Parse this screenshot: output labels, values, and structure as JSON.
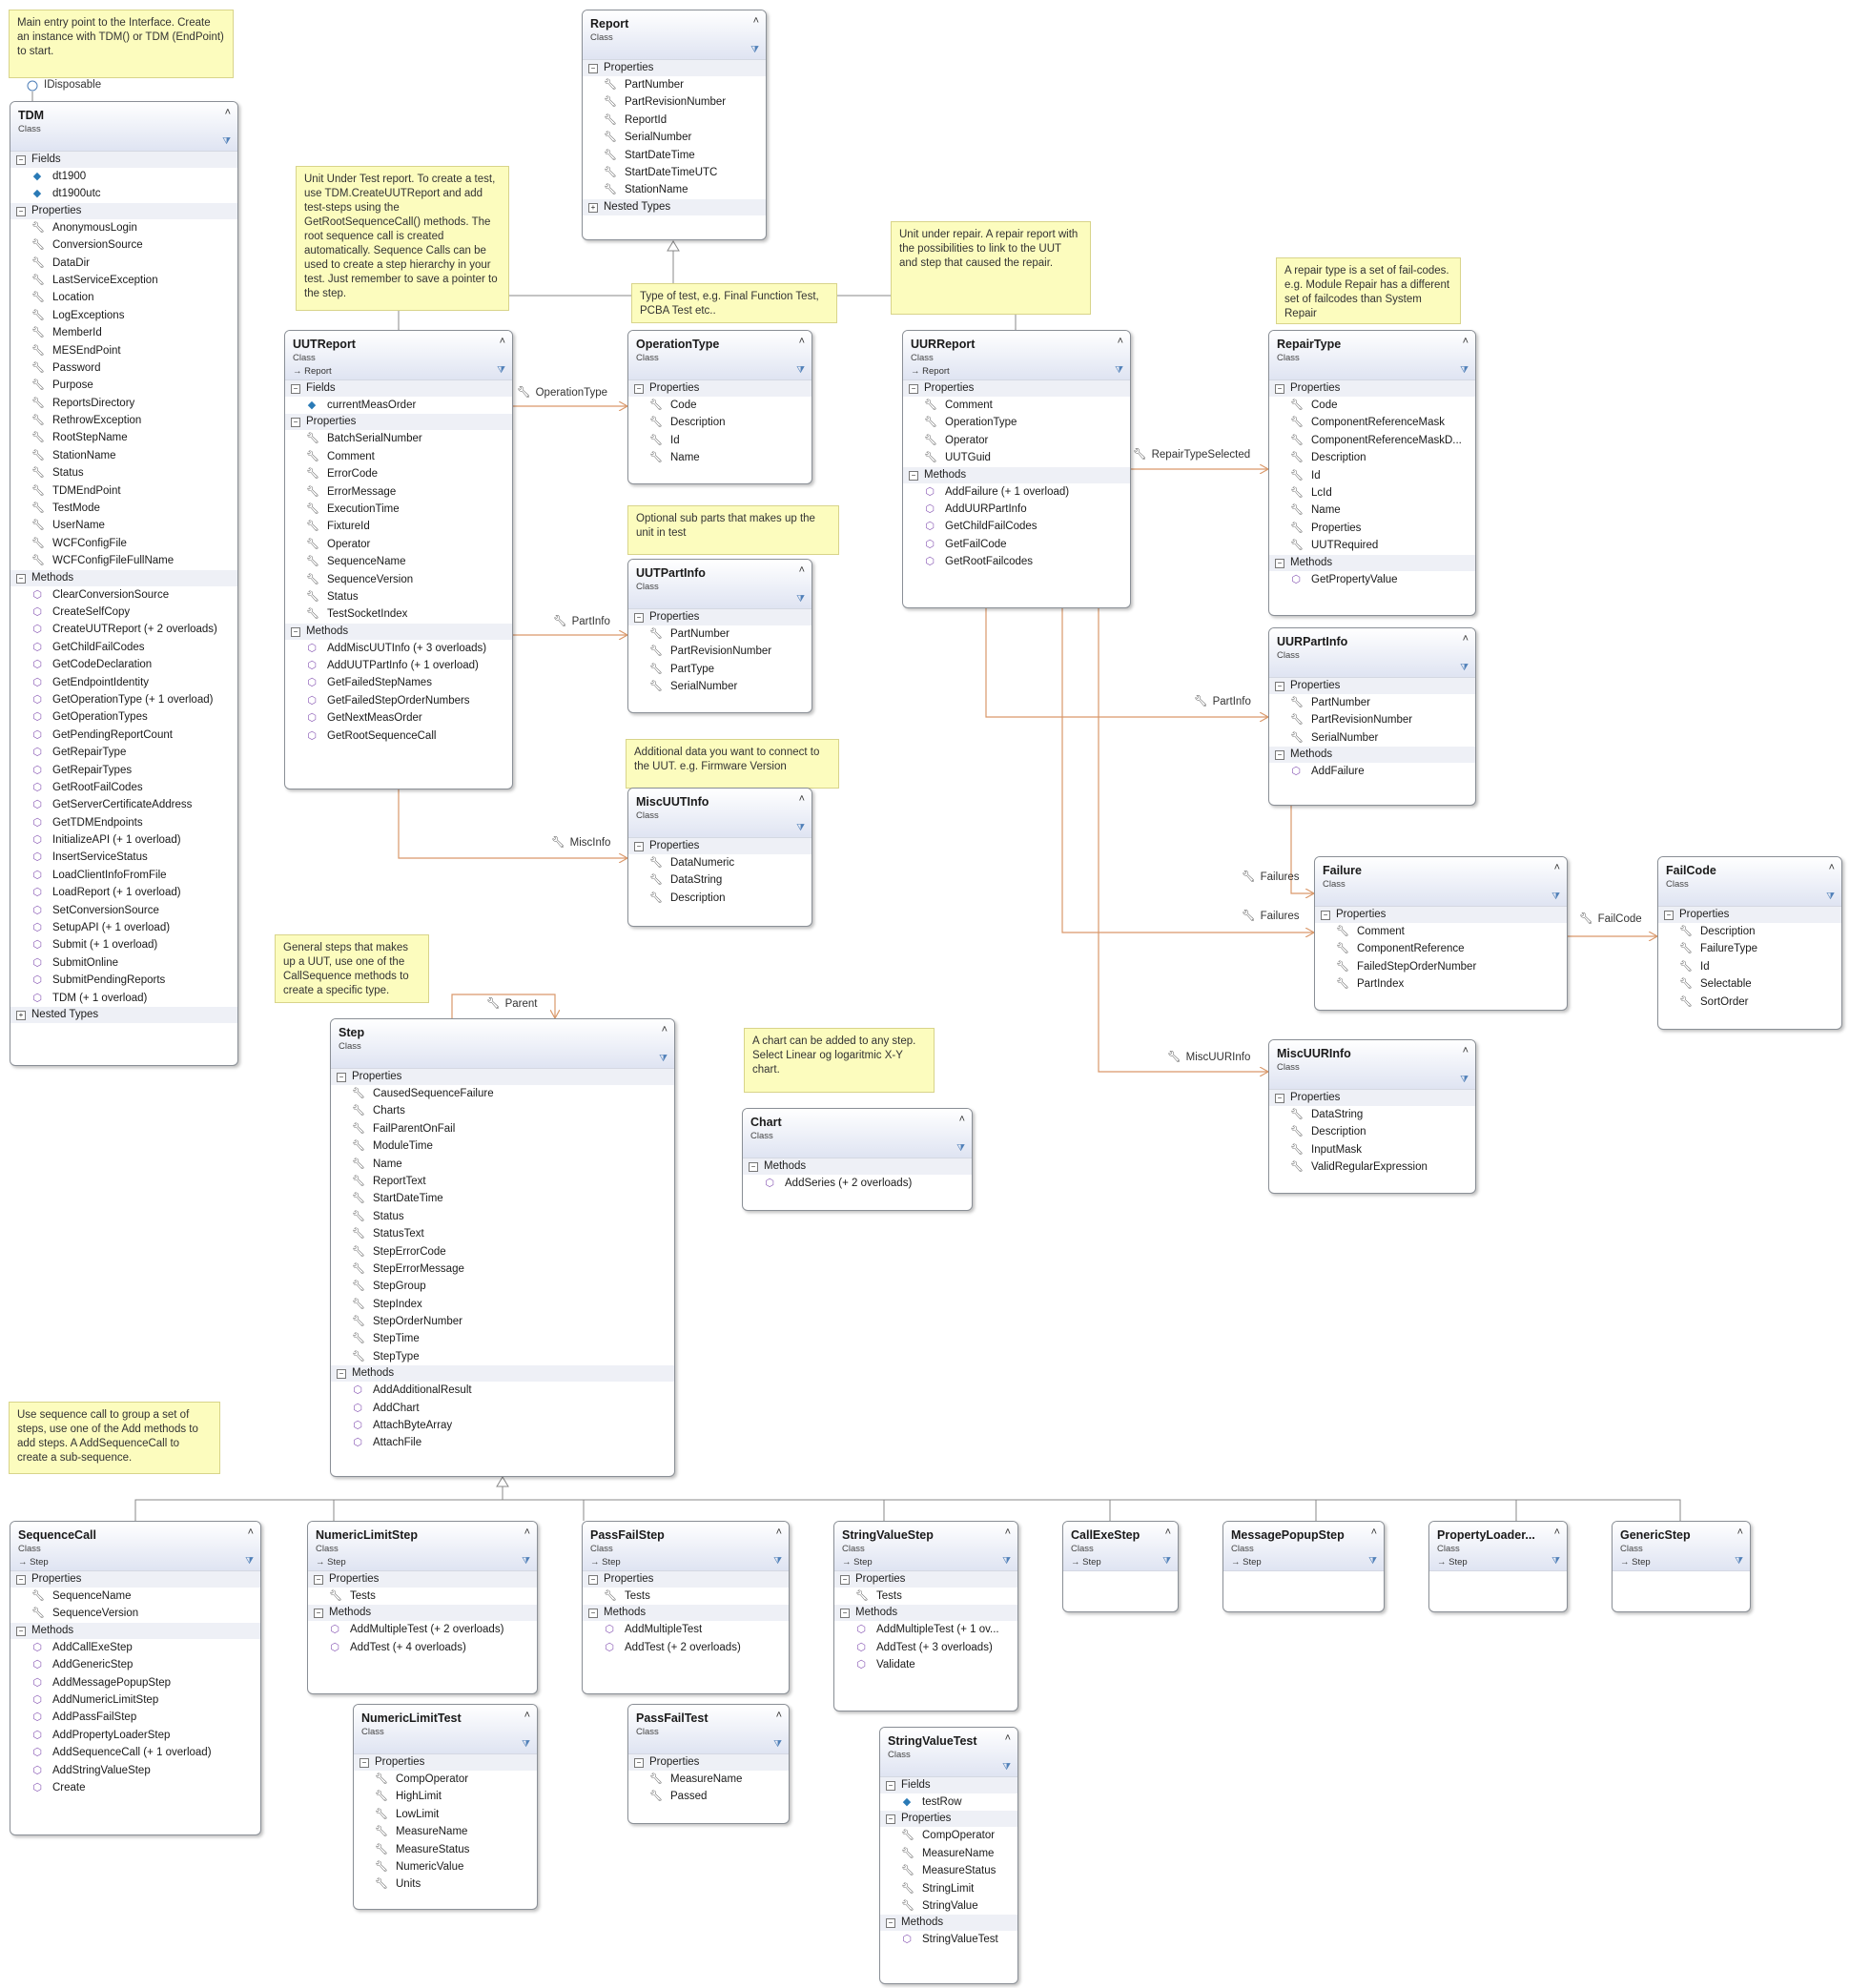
{
  "notes": {
    "tdm": "Main entry point to the Interface. Create an instance with TDM() or TDM (EndPoint) to start.",
    "uut": "Unit Under Test report. To create a test, use TDM.CreateUUTReport and add test-steps using the GetRootSequenceCall() methods. The root sequence call is created automatically. Sequence Calls can be used to create a step hierarchy  in your test. Just remember to save a pointer to the step.",
    "optype": "Type of test, e.g. Final Function Test, PCBA Test etc..",
    "uur": "Unit under repair. A repair report with the possibilities to link  to the UUT and step that caused the repair.",
    "repairtype": "A repair type is a set of fail-codes. e.g. Module Repair has a different set of failcodes than System Repair",
    "partinfo": "Optional sub parts that makes up the unit in test",
    "misc": "Additional data you want to connect to the UUT. e.g. Firmware Version",
    "steps": "General steps that makes up a UUT, use one of the CallSequence methods to create a specific type.",
    "chart": "A chart can be added to any step. Select Linear og logaritmic X-Y  chart.",
    "seqcall": "Use sequence call to group a set of steps, use one of the Add methods to add steps. A AddSequenceCall to create a sub-sequence."
  },
  "interface_label": "IDisposable",
  "associations": {
    "operation_type": "OperationType",
    "part_info_uut": "PartInfo",
    "misc_info": "MiscInfo",
    "repair_type_selected": "RepairTypeSelected",
    "part_info_uur": "PartInfo",
    "failures_1": "Failures",
    "failures_2": "Failures",
    "fail_code": "FailCode",
    "misc_uur_info": "MiscUURInfo",
    "parent": "Parent"
  },
  "classes": {
    "tdm": {
      "name": "TDM",
      "kind": "Class",
      "base": "",
      "sections": [
        {
          "title": "Fields",
          "type": "field",
          "items": [
            "dt1900",
            "dt1900utc"
          ]
        },
        {
          "title": "Properties",
          "type": "prop",
          "items": [
            "AnonymousLogin",
            "ConversionSource",
            "DataDir",
            "LastServiceException",
            "Location",
            "LogExceptions",
            "MemberId",
            "MESEndPoint",
            "Password",
            "Purpose",
            "ReportsDirectory",
            "RethrowException",
            "RootStepName",
            "StationName",
            "Status",
            "TDMEndPoint",
            "TestMode",
            "UserName",
            "WCFConfigFile",
            "WCFConfigFileFullName"
          ]
        },
        {
          "title": "Methods",
          "type": "meth",
          "items": [
            "ClearConversionSource",
            "CreateSelfCopy",
            "CreateUUTReport (+ 2 overloads)",
            "GetChildFailCodes",
            "GetCodeDeclaration",
            "GetEndpointIdentity",
            "GetOperationType (+ 1 overload)",
            "GetOperationTypes",
            "GetPendingReportCount",
            "GetRepairType",
            "GetRepairTypes",
            "GetRootFailCodes",
            "GetServerCertificateAddress",
            "GetTDMEndpoints",
            "InitializeAPI (+ 1 overload)",
            "InsertServiceStatus",
            "LoadClientInfoFromFile",
            "LoadReport (+ 1 overload)",
            "SetConversionSource",
            "SetupAPI (+ 1 overload)",
            "Submit (+ 1 overload)",
            "SubmitOnline",
            "SubmitPendingReports",
            "TDM (+ 1 overload)"
          ]
        }
      ],
      "nested": "Nested Types"
    },
    "report": {
      "name": "Report",
      "kind": "Class",
      "base": "",
      "sections": [
        {
          "title": "Properties",
          "type": "prop",
          "items": [
            "PartNumber",
            "PartRevisionNumber",
            "ReportId",
            "SerialNumber",
            "StartDateTime",
            "StartDateTimeUTC",
            "StationName"
          ]
        }
      ],
      "nested": "Nested Types"
    },
    "uutreport": {
      "name": "UUTReport",
      "kind": "Class",
      "base": "Report",
      "sections": [
        {
          "title": "Fields",
          "type": "field",
          "items": [
            "currentMeasOrder"
          ]
        },
        {
          "title": "Properties",
          "type": "prop",
          "items": [
            "BatchSerialNumber",
            "Comment",
            "ErrorCode",
            "ErrorMessage",
            "ExecutionTime",
            "FixtureId",
            "Operator",
            "SequenceName",
            "SequenceVersion",
            "Status",
            "TestSocketIndex"
          ]
        },
        {
          "title": "Methods",
          "type": "meth",
          "items": [
            "AddMiscUUTInfo (+ 3 overloads)",
            "AddUUTPartInfo (+ 1 overload)",
            "GetFailedStepNames",
            "GetFailedStepOrderNumbers",
            "GetNextMeasOrder",
            "GetRootSequenceCall"
          ]
        }
      ]
    },
    "operationtype": {
      "name": "OperationType",
      "kind": "Class",
      "base": "",
      "sections": [
        {
          "title": "Properties",
          "type": "prop",
          "items": [
            "Code",
            "Description",
            "Id",
            "Name"
          ]
        }
      ]
    },
    "uutpartinfo": {
      "name": "UUTPartInfo",
      "kind": "Class",
      "base": "",
      "sections": [
        {
          "title": "Properties",
          "type": "prop",
          "items": [
            "PartNumber",
            "PartRevisionNumber",
            "PartType",
            "SerialNumber"
          ]
        }
      ]
    },
    "miscuutinfo": {
      "name": "MiscUUTInfo",
      "kind": "Class",
      "base": "",
      "sections": [
        {
          "title": "Properties",
          "type": "prop",
          "items": [
            "DataNumeric",
            "DataString",
            "Description"
          ]
        }
      ]
    },
    "uurreport": {
      "name": "UURReport",
      "kind": "Class",
      "base": "Report",
      "sections": [
        {
          "title": "Properties",
          "type": "prop",
          "items": [
            "Comment",
            "OperationType",
            "Operator",
            "UUTGuid"
          ]
        },
        {
          "title": "Methods",
          "type": "meth",
          "items": [
            "AddFailure (+ 1 overload)",
            "AddUURPartInfo",
            "GetChildFailCodes",
            "GetFailCode",
            "GetRootFailcodes"
          ]
        }
      ]
    },
    "repairtype": {
      "name": "RepairType",
      "kind": "Class",
      "base": "",
      "sections": [
        {
          "title": "Properties",
          "type": "prop",
          "items": [
            "Code",
            "ComponentReferenceMask",
            "ComponentReferenceMaskD...",
            "Description",
            "Id",
            "LcId",
            "Name",
            "Properties",
            "UUTRequired"
          ]
        },
        {
          "title": "Methods",
          "type": "meth",
          "items": [
            "GetPropertyValue"
          ]
        }
      ]
    },
    "uurpartinfo": {
      "name": "UURPartInfo",
      "kind": "Class",
      "base": "",
      "sections": [
        {
          "title": "Properties",
          "type": "prop",
          "items": [
            "PartNumber",
            "PartRevisionNumber",
            "SerialNumber"
          ]
        },
        {
          "title": "Methods",
          "type": "meth",
          "items": [
            "AddFailure"
          ]
        }
      ]
    },
    "failure": {
      "name": "Failure",
      "kind": "Class",
      "base": "",
      "sections": [
        {
          "title": "Properties",
          "type": "prop",
          "items": [
            "Comment",
            "ComponentReference",
            "FailedStepOrderNumber",
            "PartIndex"
          ]
        }
      ]
    },
    "failcode": {
      "name": "FailCode",
      "kind": "Class",
      "base": "",
      "sections": [
        {
          "title": "Properties",
          "type": "prop",
          "items": [
            "Description",
            "FailureType",
            "Id",
            "Selectable",
            "SortOrder"
          ]
        }
      ]
    },
    "miscuurinfo": {
      "name": "MiscUURInfo",
      "kind": "Class",
      "base": "",
      "sections": [
        {
          "title": "Properties",
          "type": "prop",
          "items": [
            "DataString",
            "Description",
            "InputMask",
            "ValidRegularExpression"
          ]
        }
      ]
    },
    "step": {
      "name": "Step",
      "kind": "Class",
      "base": "",
      "sections": [
        {
          "title": "Properties",
          "type": "prop",
          "items": [
            "CausedSequenceFailure",
            "Charts",
            "FailParentOnFail",
            "ModuleTime",
            "Name",
            "ReportText",
            "StartDateTime",
            "Status",
            "StatusText",
            "StepErrorCode",
            "StepErrorMessage",
            "StepGroup",
            "StepIndex",
            "StepOrderNumber",
            "StepTime",
            "StepType"
          ]
        },
        {
          "title": "Methods",
          "type": "meth",
          "items": [
            "AddAdditionalResult",
            "AddChart",
            "AttachByteArray",
            "AttachFile"
          ]
        }
      ]
    },
    "chart": {
      "name": "Chart",
      "kind": "Class",
      "base": "",
      "sections": [
        {
          "title": "Methods",
          "type": "meth",
          "items": [
            "AddSeries (+ 2 overloads)"
          ]
        }
      ]
    },
    "sequencecall": {
      "name": "SequenceCall",
      "kind": "Class",
      "base": "Step",
      "sections": [
        {
          "title": "Properties",
          "type": "prop",
          "items": [
            "SequenceName",
            "SequenceVersion"
          ]
        },
        {
          "title": "Methods",
          "type": "meth",
          "items": [
            "AddCallExeStep",
            "AddGenericStep",
            "AddMessagePopupStep",
            "AddNumericLimitStep",
            "AddPassFailStep",
            "AddPropertyLoaderStep",
            "AddSequenceCall (+ 1 overload)",
            "AddStringValueStep",
            "Create"
          ]
        }
      ]
    },
    "numericlimitstep": {
      "name": "NumericLimitStep",
      "kind": "Class",
      "base": "Step",
      "sections": [
        {
          "title": "Properties",
          "type": "prop",
          "items": [
            "Tests"
          ]
        },
        {
          "title": "Methods",
          "type": "meth",
          "items": [
            "AddMultipleTest (+ 2 overloads)",
            "AddTest (+ 4 overloads)"
          ]
        }
      ]
    },
    "passfailstep": {
      "name": "PassFailStep",
      "kind": "Class",
      "base": "Step",
      "sections": [
        {
          "title": "Properties",
          "type": "prop",
          "items": [
            "Tests"
          ]
        },
        {
          "title": "Methods",
          "type": "meth",
          "items": [
            "AddMultipleTest",
            "AddTest (+ 2 overloads)"
          ]
        }
      ]
    },
    "stringvaluestep": {
      "name": "StringValueStep",
      "kind": "Class",
      "base": "Step",
      "sections": [
        {
          "title": "Properties",
          "type": "prop",
          "items": [
            "Tests"
          ]
        },
        {
          "title": "Methods",
          "type": "meth",
          "items": [
            "AddMultipleTest (+ 1 ov...",
            "AddTest (+ 3 overloads)",
            "Validate"
          ]
        }
      ]
    },
    "callexestep": {
      "name": "CallExeStep",
      "kind": "Class",
      "base": "Step",
      "sections": []
    },
    "messagepopupstep": {
      "name": "MessagePopupStep",
      "kind": "Class",
      "base": "Step",
      "sections": []
    },
    "propertyloaderstep": {
      "name": "PropertyLoader...",
      "kind": "Class",
      "base": "Step",
      "sections": []
    },
    "genericstep": {
      "name": "GenericStep",
      "kind": "Class",
      "base": "Step",
      "sections": []
    },
    "numericlimittest": {
      "name": "NumericLimitTest",
      "kind": "Class",
      "base": "",
      "sections": [
        {
          "title": "Properties",
          "type": "prop",
          "items": [
            "CompOperator",
            "HighLimit",
            "LowLimit",
            "MeasureName",
            "MeasureStatus",
            "NumericValue",
            "Units"
          ]
        }
      ]
    },
    "passfailtest": {
      "name": "PassFailTest",
      "kind": "Class",
      "base": "",
      "sections": [
        {
          "title": "Properties",
          "type": "prop",
          "items": [
            "MeasureName",
            "Passed"
          ]
        }
      ]
    },
    "stringvaluetest": {
      "name": "StringValueTest",
      "kind": "Class",
      "base": "",
      "sections": [
        {
          "title": "Fields",
          "type": "field",
          "items": [
            "testRow"
          ]
        },
        {
          "title": "Properties",
          "type": "prop",
          "items": [
            "CompOperator",
            "MeasureName",
            "MeasureStatus",
            "StringLimit",
            "StringValue"
          ]
        },
        {
          "title": "Methods",
          "type": "meth",
          "items": [
            "StringValueTest"
          ]
        }
      ]
    }
  }
}
